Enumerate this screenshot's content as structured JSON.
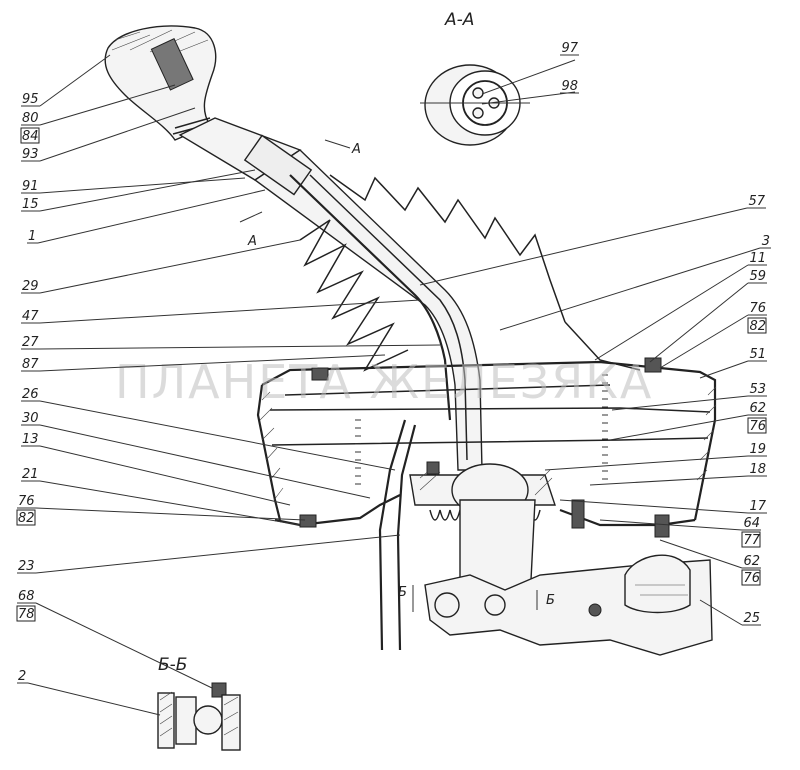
{
  "sections": {
    "aa": "А-А",
    "bb": "Б-Б",
    "cut_a": "А",
    "cut_b": "Б"
  },
  "watermark": "ПЛАНЕТА ЖЕЛЕЗЯКА",
  "callouts_left": [
    {
      "id": "95",
      "boxed": false
    },
    {
      "id": "80",
      "boxed": false
    },
    {
      "id": "84",
      "boxed": true
    },
    {
      "id": "93",
      "boxed": false
    },
    {
      "id": "91",
      "boxed": false
    },
    {
      "id": "15",
      "boxed": false
    },
    {
      "id": "1",
      "boxed": false
    },
    {
      "id": "29",
      "boxed": false
    },
    {
      "id": "47",
      "boxed": false
    },
    {
      "id": "27",
      "boxed": false
    },
    {
      "id": "87",
      "boxed": false
    },
    {
      "id": "26",
      "boxed": false
    },
    {
      "id": "30",
      "boxed": false
    },
    {
      "id": "13",
      "boxed": false
    },
    {
      "id": "21",
      "boxed": false
    },
    {
      "id": "76",
      "boxed": false
    },
    {
      "id": "82",
      "boxed": true
    },
    {
      "id": "23",
      "boxed": false
    },
    {
      "id": "68",
      "boxed": false
    },
    {
      "id": "78",
      "boxed": true
    },
    {
      "id": "2",
      "boxed": false
    }
  ],
  "callouts_right": [
    {
      "id": "97",
      "boxed": false
    },
    {
      "id": "98",
      "boxed": false
    },
    {
      "id": "57",
      "boxed": false
    },
    {
      "id": "3",
      "boxed": false
    },
    {
      "id": "11",
      "boxed": false
    },
    {
      "id": "59",
      "boxed": false
    },
    {
      "id": "76",
      "boxed": false
    },
    {
      "id": "82",
      "boxed": true
    },
    {
      "id": "51",
      "boxed": false
    },
    {
      "id": "53",
      "boxed": false
    },
    {
      "id": "62",
      "boxed": false
    },
    {
      "id": "76",
      "boxed": true
    },
    {
      "id": "19",
      "boxed": false
    },
    {
      "id": "18",
      "boxed": false
    },
    {
      "id": "17",
      "boxed": false
    },
    {
      "id": "64",
      "boxed": false
    },
    {
      "id": "77",
      "boxed": true
    },
    {
      "id": "62",
      "boxed": false
    },
    {
      "id": "76",
      "boxed": true
    },
    {
      "id": "25",
      "boxed": false
    }
  ]
}
